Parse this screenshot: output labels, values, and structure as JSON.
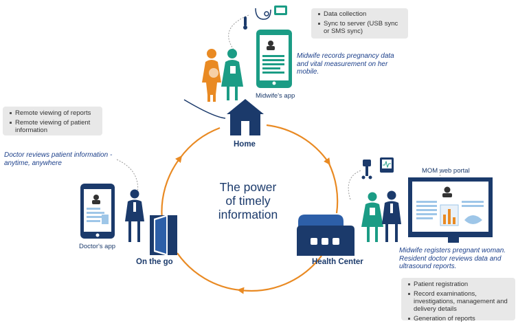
{
  "center": {
    "line1": "The power",
    "line2": "of timely",
    "line3": "information"
  },
  "home": {
    "label": "Home",
    "midwife_app_label": "Midwife's app",
    "note": "Midwife records pregnancy data and vital measurement on her mobile.",
    "info_items": [
      "Data collection",
      "Sync to server (USB sync or SMS sync)"
    ]
  },
  "on_the_go": {
    "label": "On the go",
    "doctor_app_label": "Doctor's app",
    "note": "Doctor reviews patient information - anytime, anywhere",
    "info_items": [
      "Remote viewing of reports",
      "Remote viewing of patient information"
    ]
  },
  "health_center": {
    "label": "Health Center",
    "portal_label": "MOM web portal",
    "note": "Midwife registers pregnant woman. Resident doctor reviews data and ultrasound reports.",
    "info_items": [
      "Patient registration",
      "Record examinations, investigations, management and delivery details",
      "Generation of reports"
    ]
  },
  "colors": {
    "navy": "#1b3a6b",
    "blue": "#2d5fa8",
    "teal": "#1b9c85",
    "orange": "#e98a23",
    "note_blue": "#1b3f8a",
    "gray_box": "#e8e8e8"
  }
}
